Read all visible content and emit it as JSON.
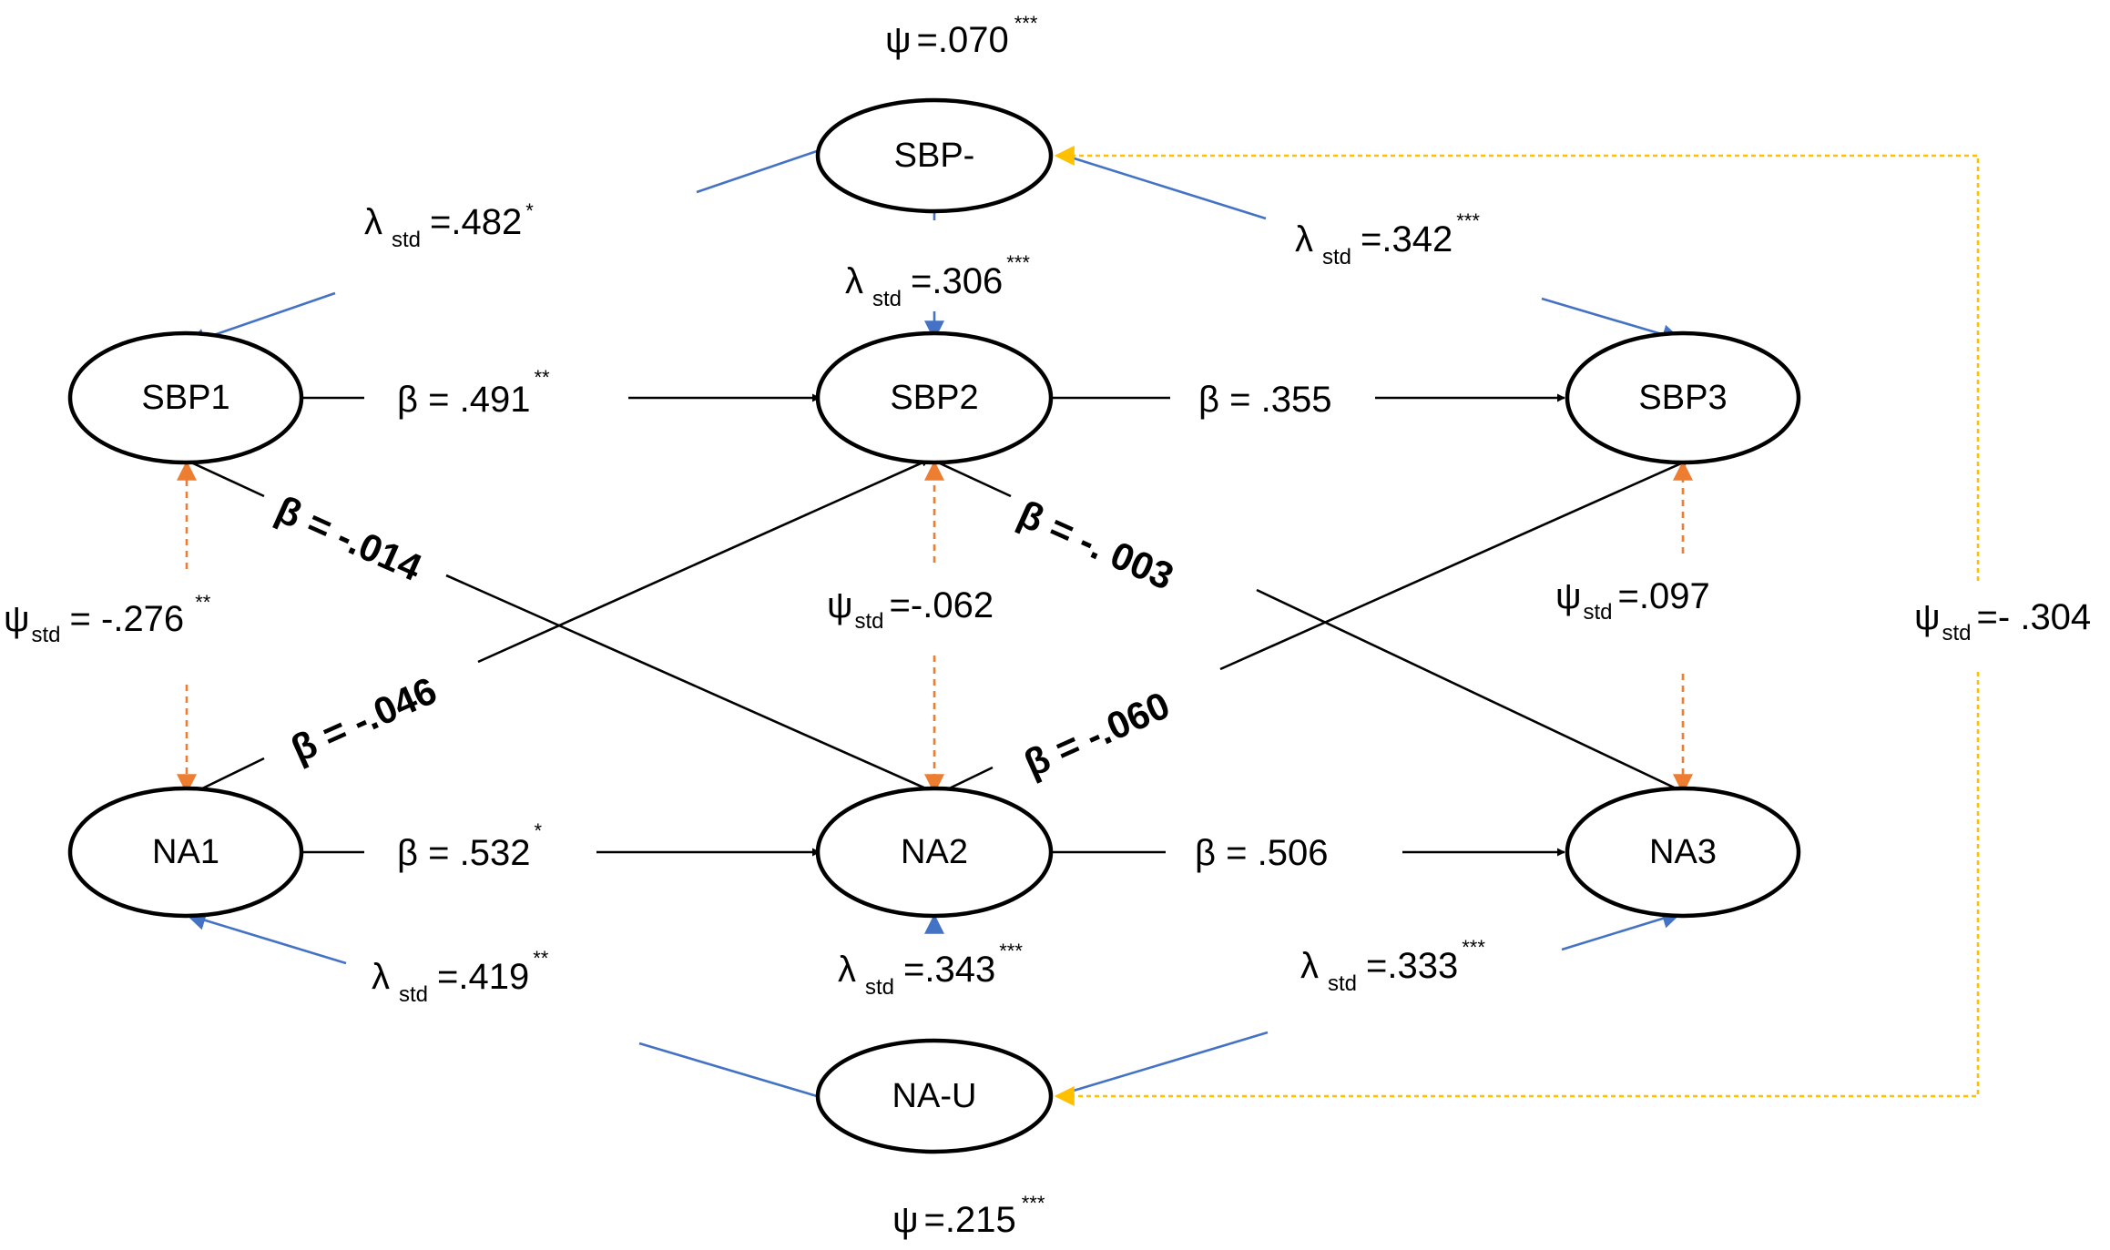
{
  "colors": {
    "structural_path": "#000000",
    "loading": "#4472C4",
    "residual_covariance": "#ED7D31",
    "factor_covariance": "#FFC000"
  },
  "nodes": {
    "sbp_minus": "SBP-",
    "sbp1": "SBP1",
    "sbp2": "SBP2",
    "sbp3": "SBP3",
    "na1": "NA1",
    "na2": "NA2",
    "na3": "NA3",
    "na_u": "NA-U"
  },
  "loadings": {
    "sbp1": {
      "symbol": "λ",
      "sub": "std",
      "value": "=.482",
      "sig": "*"
    },
    "sbp2": {
      "symbol": "λ",
      "sub": "std",
      "value": "=.306",
      "sig": "***"
    },
    "sbp3": {
      "symbol": "λ",
      "sub": "std",
      "value": "=.342",
      "sig": "***"
    },
    "na1": {
      "symbol": "λ",
      "sub": "std",
      "value": "=.419",
      "sig": "**"
    },
    "na2": {
      "symbol": "λ",
      "sub": "std",
      "value": "=.343",
      "sig": "***"
    },
    "na3": {
      "symbol": "λ",
      "sub": "std",
      "value": "=.333",
      "sig": "***"
    }
  },
  "variances": {
    "sbp_minus": {
      "symbol": "ψ",
      "value": "=.070",
      "sig": "***"
    },
    "na_u": {
      "symbol": "ψ",
      "value": "=.215",
      "sig": "***"
    }
  },
  "covariances": {
    "t1": {
      "symbol": "ψ",
      "sub": "std",
      "value": "= -.276",
      "sig": "**"
    },
    "t2": {
      "symbol": "ψ",
      "sub": "std",
      "value": "=-.062",
      "sig": ""
    },
    "t3": {
      "symbol": "ψ",
      "sub": "std",
      "value": "=.097",
      "sig": ""
    },
    "factors": {
      "symbol": "ψ",
      "sub": "std",
      "value": "=- .304",
      "sig": ""
    }
  },
  "betas": {
    "sbp1_sbp2": {
      "text": "β = .491",
      "sig": "**"
    },
    "sbp2_sbp3": {
      "text": "β = .355",
      "sig": ""
    },
    "na1_na2": {
      "text": "β = .532",
      "sig": "*"
    },
    "na2_na3": {
      "text": "β = .506",
      "sig": ""
    },
    "sbp1_na2": {
      "text": "β = -.014"
    },
    "na1_sbp2": {
      "text": "β = -.046"
    },
    "sbp2_na3": {
      "text": "β = -. 003"
    },
    "na2_sbp3": {
      "text": "β = -.060"
    }
  }
}
